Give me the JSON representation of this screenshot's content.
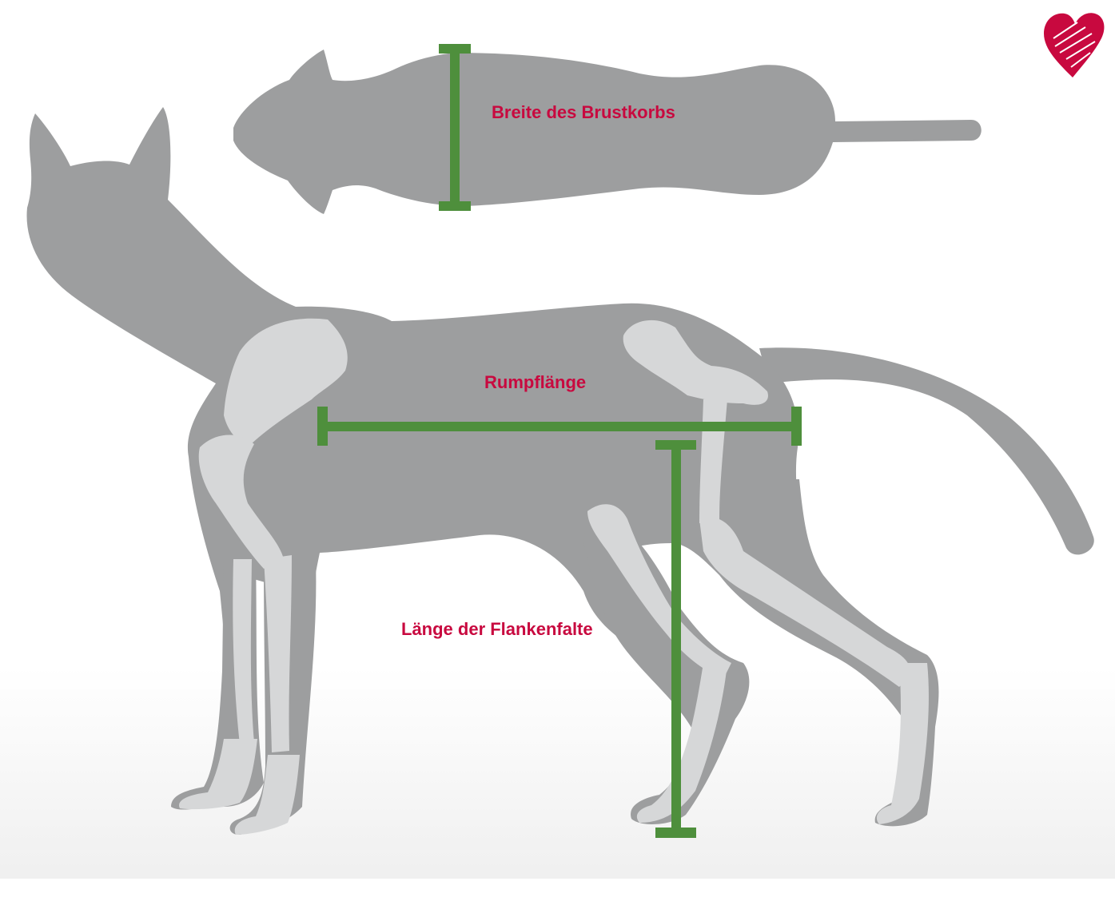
{
  "colors": {
    "silhouette": "#9d9e9f",
    "bone": "#d6d7d8",
    "measure_line": "#4e8f3c",
    "label": "#c8093f",
    "logo_heart": "#c8093f"
  },
  "labels": {
    "chest_width": "Breite des Brustkorbs",
    "body_length": "Rumpflänge",
    "flank_fold_length": "Länge der Flankenfalte"
  },
  "icons": {
    "logo": "heart-logo-icon"
  }
}
